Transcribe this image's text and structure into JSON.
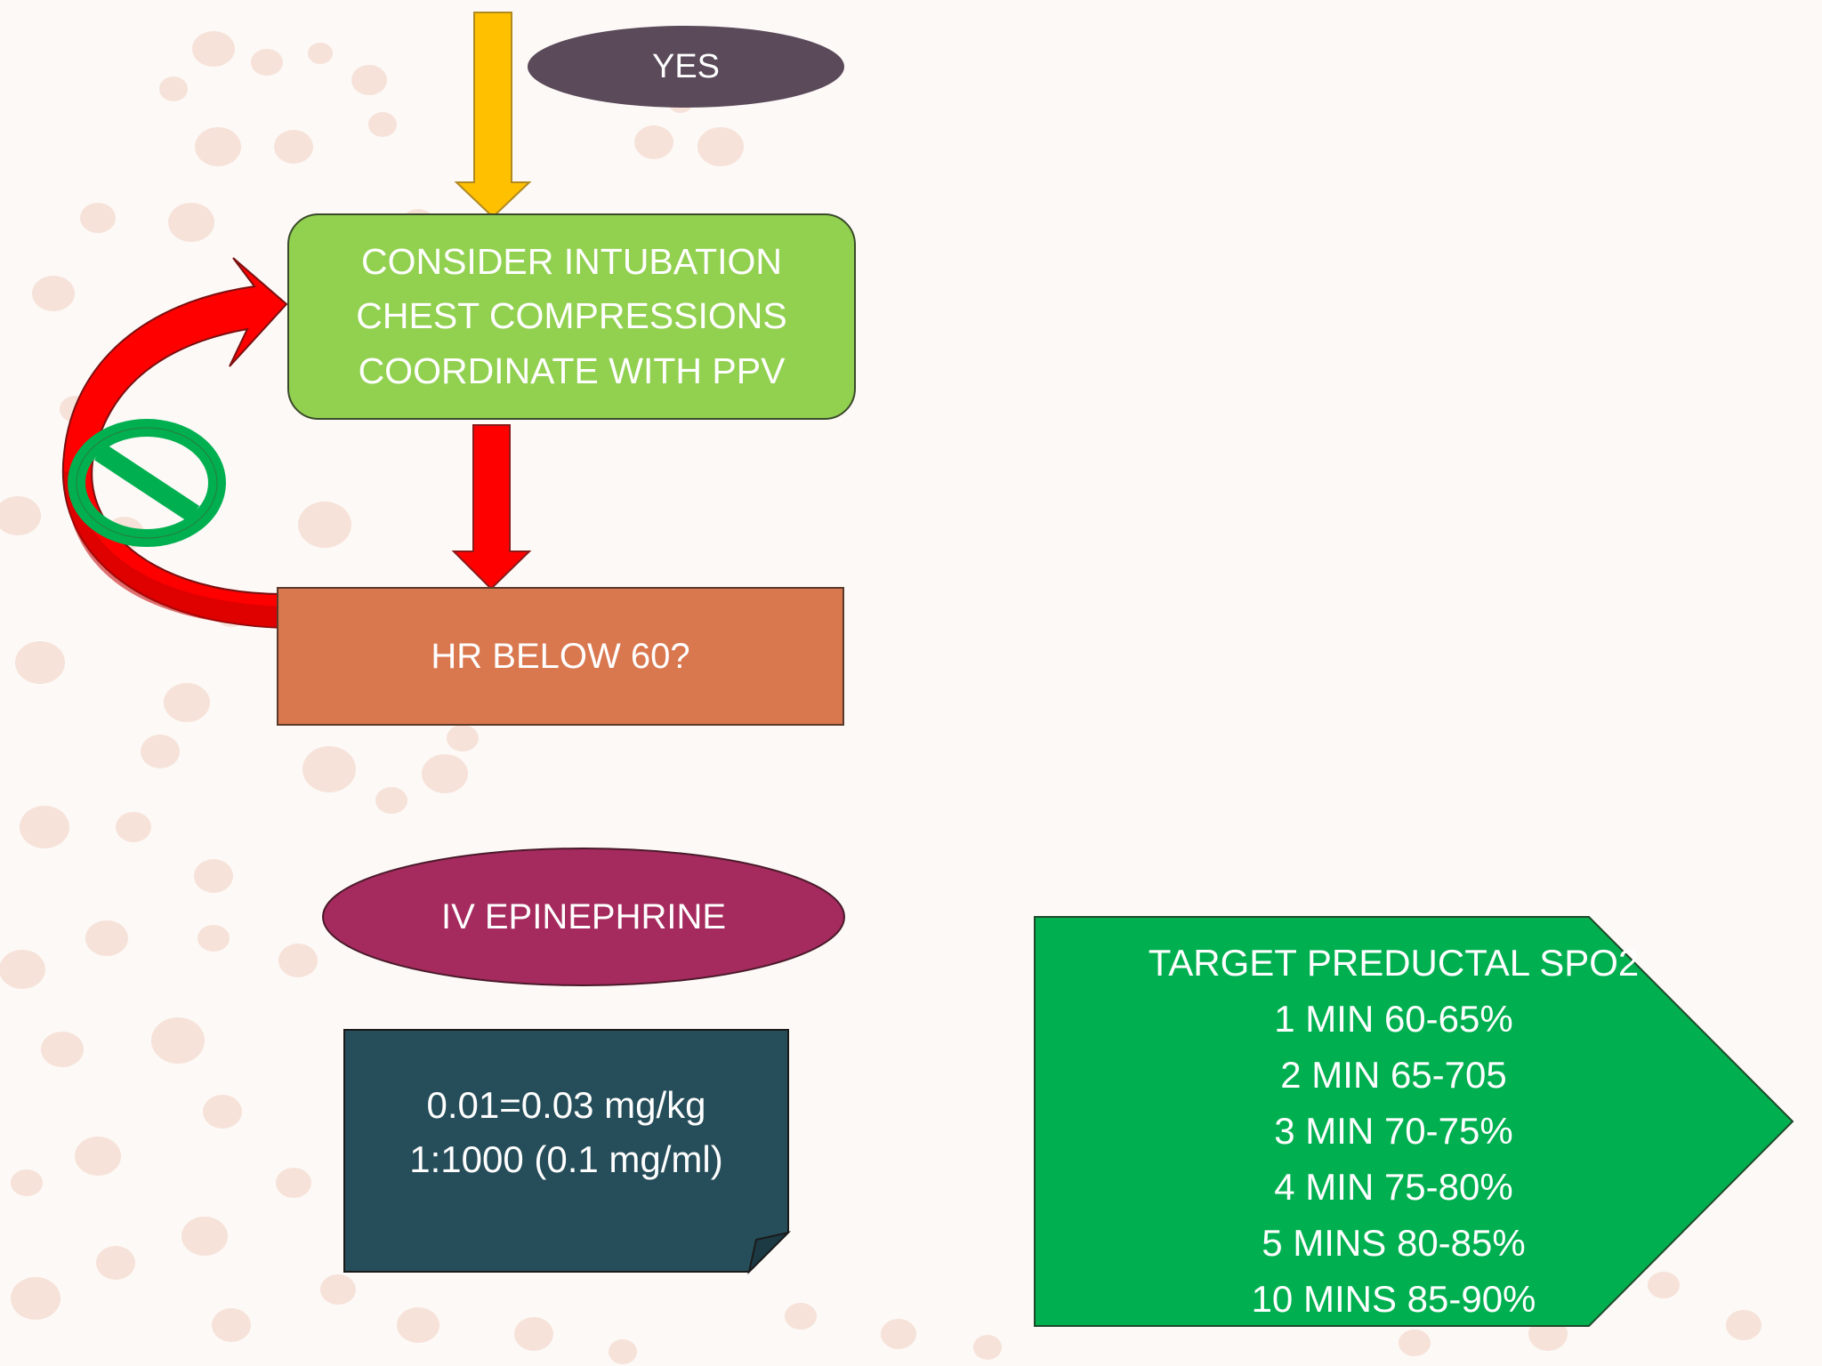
{
  "colors": {
    "background": "#fdf9f7",
    "dot": "#f6e2d8",
    "yes_oval": "#5a4a5a",
    "yellow_arrow": "#ffc000",
    "green_box": "#92d050",
    "red_arrow": "#ff0000",
    "orange_box": "#d9774f",
    "no_symbol": "#00b050",
    "epi_oval": "#a52a5e",
    "dose_note": "#264e5a",
    "target_pentagon": "#00b050"
  },
  "icons": {
    "prohibited": "no-symbol-icon",
    "down_arrow": "arrow-down-icon",
    "loop_arrow": "curved-arrow-icon"
  },
  "flow": {
    "yes_label": "YES",
    "intervention_lines": [
      "CONSIDER INTUBATION",
      "CHEST COMPRESSIONS",
      "COORDINATE WITH PPV"
    ],
    "hr_question": "HR BELOW 60?",
    "epinephrine_label": "IV EPINEPHRINE",
    "dose_lines": [
      "0.01=0.03 mg/kg",
      "1:1000 (0.1 mg/ml)"
    ]
  },
  "target": {
    "lines": [
      "TARGET PREDUCTAL SPO2",
      "1 MIN 60-65%",
      "2 MIN 65-705",
      "3 MIN 70-75%",
      "4 MIN 75-80%",
      "5 MINS 80-85%",
      "10 MINS 85-90%"
    ]
  }
}
